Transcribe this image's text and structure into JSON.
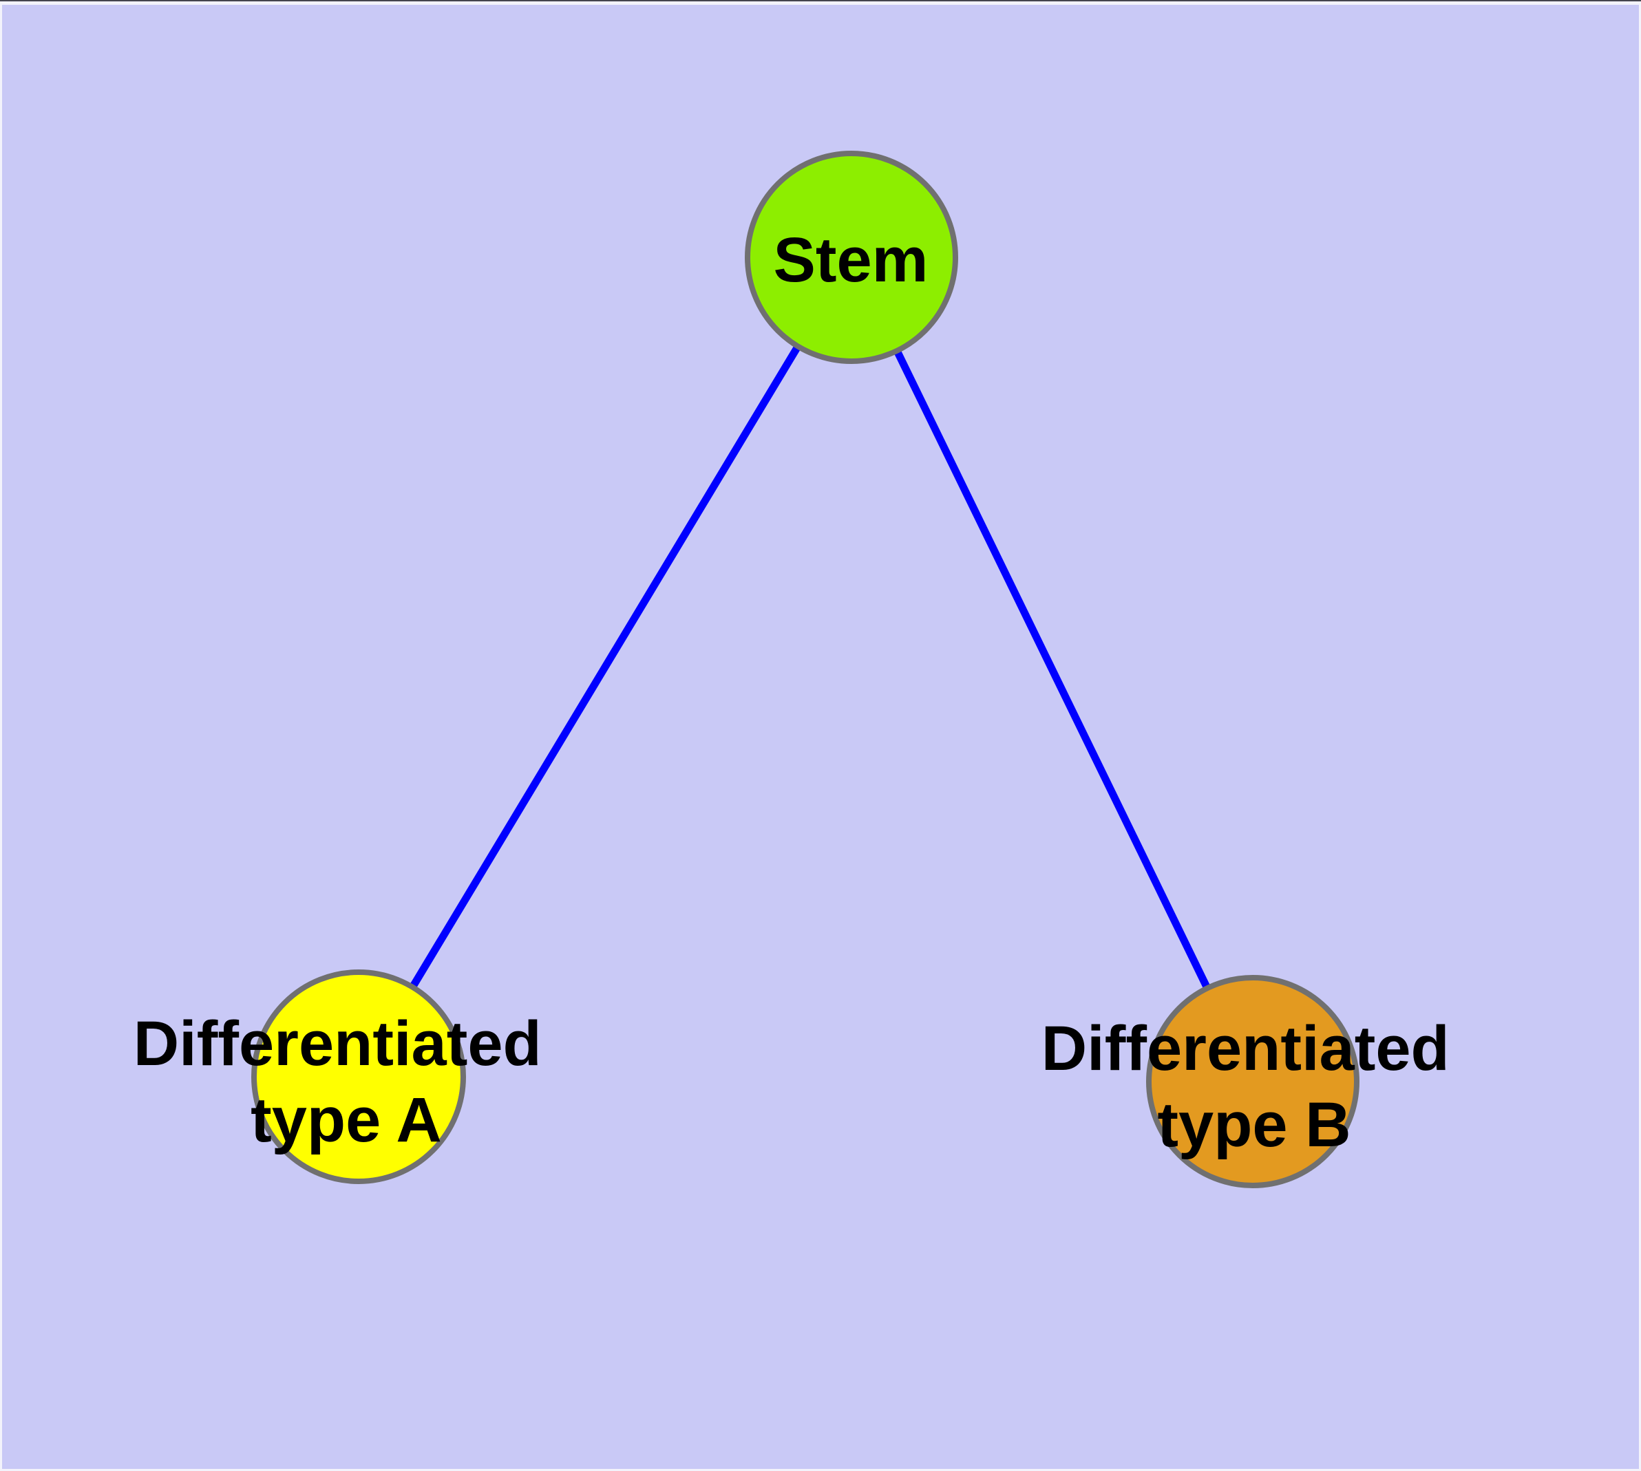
{
  "diagram": {
    "background_color": "#C9C9F6",
    "frame_top_line_color": "#45454E",
    "frame_edge_color": "#F3F3FB",
    "edge_color": "#0000FF",
    "node_border_color": "#707070",
    "label_color": "#000000",
    "nodes": [
      {
        "id": "stem",
        "label_lines": [
          "Stem"
        ],
        "fill": "#8DEE00"
      },
      {
        "id": "differentiated-a",
        "label_lines": [
          "Differentiated",
          "type A"
        ],
        "fill": "#FFFF00"
      },
      {
        "id": "differentiated-b",
        "label_lines": [
          "Differentiated",
          "type B"
        ],
        "fill": "#E39A20"
      }
    ],
    "edges": [
      {
        "from": "Stem",
        "to": "Differentiated type A"
      },
      {
        "from": "Stem",
        "to": "Differentiated type B"
      }
    ]
  }
}
